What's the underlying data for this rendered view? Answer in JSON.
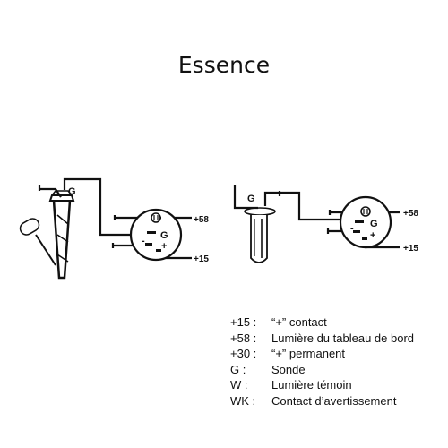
{
  "title": "Essence",
  "diagram_left": {
    "sender_label": "G",
    "gauge_label_g": "G",
    "minus": "-",
    "plus": "+",
    "terminal_58": "+58",
    "terminal_15": "+15"
  },
  "diagram_right": {
    "sender_label": "G",
    "gauge_label_g": "G",
    "minus": "-",
    "plus": "+",
    "terminal_58": "+58",
    "terminal_15": "+15"
  },
  "legend": [
    {
      "key": "+15 :",
      "value": "“+” contact"
    },
    {
      "key": "+58 :",
      "value": "Lumière du tableau de bord"
    },
    {
      "key": "+30 :",
      "value": "“+” permanent"
    },
    {
      "key": "G :",
      "value": "Sonde"
    },
    {
      "key": "W :",
      "value": "Lumière témoin"
    },
    {
      "key": "WK :",
      "value": "Contact d’avertissement"
    }
  ]
}
